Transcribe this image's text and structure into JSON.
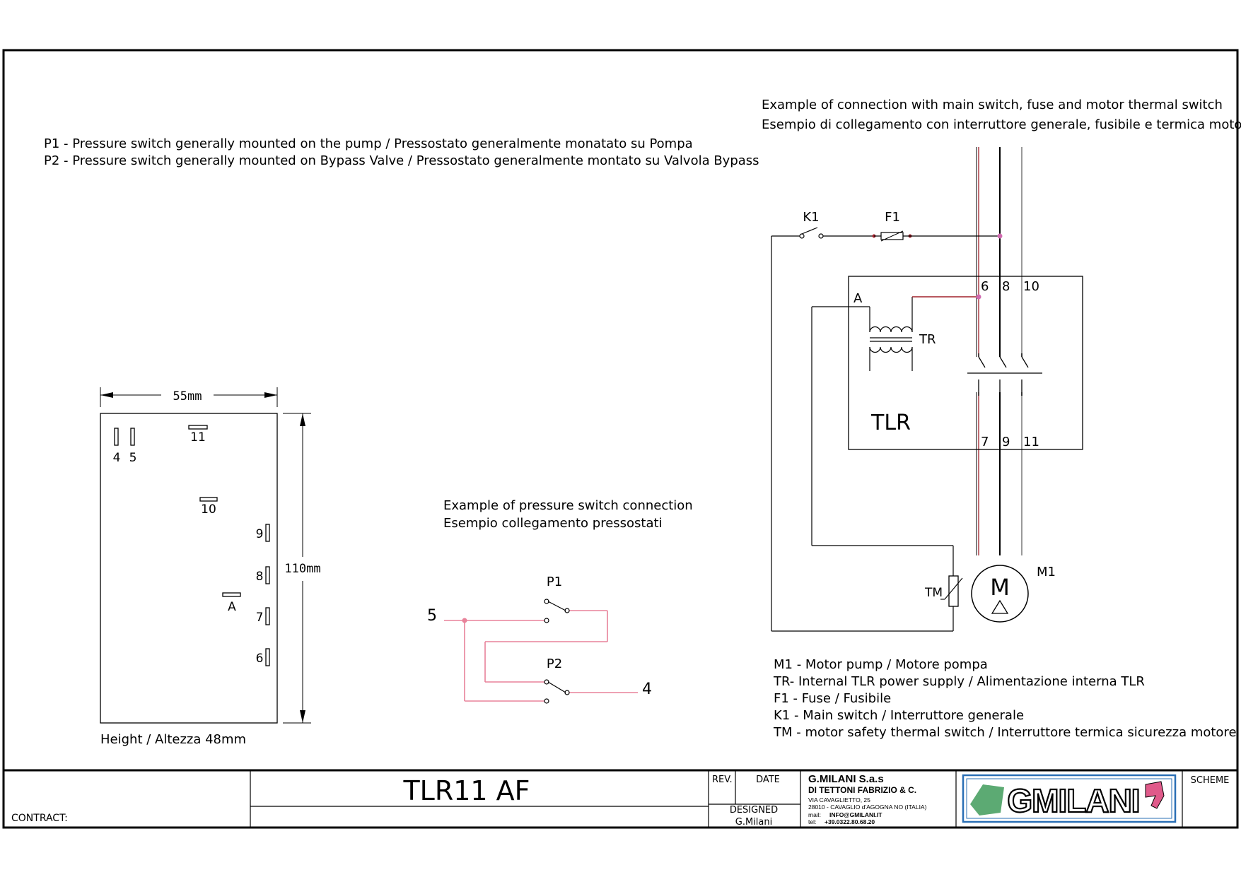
{
  "notes": {
    "p1": "P1 - Pressure switch generally mounted on the pump /  Pressostato generalmente monatato su Pompa",
    "p2": "P2 - Pressure switch generally mounted on Bypass Valve / Pressostato generalmente montato su Valvola Bypass"
  },
  "connection_example": {
    "line1": "Example of connection with main switch, fuse and motor thermal switch",
    "line2": "Esempio di collegamento con interruttore generale, fusibile e termica motore"
  },
  "pressure_example": {
    "line1": "Example of pressure switch connection",
    "line2": "Esempio collegamento pressostati"
  },
  "dimensions": {
    "width": "55mm",
    "height": "110mm",
    "depth": "Height / Altezza 48mm",
    "terminals": [
      "4",
      "5",
      "11",
      "10",
      "9",
      "8",
      "A",
      "7",
      "6"
    ]
  },
  "pressure_switches": {
    "p1": "P1",
    "p2": "P2",
    "in": "5",
    "out": "4"
  },
  "schematic": {
    "k1": "K1",
    "f1": "F1",
    "a": "A",
    "tr": "TR",
    "tlr": "TLR",
    "t6": "6",
    "t8": "8",
    "t10": "10",
    "t7": "7",
    "t9": "9",
    "t11": "11",
    "tm": "TM",
    "m": "M",
    "m1": "M1"
  },
  "legend": [
    "M1 - Motor pump / Motore pompa",
    "TR- Internal TLR power supply / Alimentazione interna TLR",
    "F1 - Fuse / Fusibile",
    "K1 - Main switch / Interruttore generale",
    "TM - motor safety thermal switch / Interruttore termica sicurezza motore"
  ],
  "title_block": {
    "contract": "CONTRACT:",
    "title": "TLR11 AF",
    "rev": "REV.",
    "date": "DATE",
    "designed": "DESIGNED",
    "designer": "G.Milani",
    "company": "G.MILANI S.a.s",
    "company2": "DI TETTONI FABRIZIO & C.",
    "addr1": "VIA CAVAGLIETTO, 25",
    "addr2": "28010 - CAVAGLIO d'AGOGNA NO (ITALIA)",
    "mail_label": "mail:",
    "mail": "INFO@GMILANI.IT",
    "tel_label": "tel:",
    "tel": "+39.0322.80.68.20",
    "logo": "GMILANI",
    "scheme": "SCHEME"
  },
  "colors": {
    "phase_red": "#a0202a",
    "phase_grey": "#9a9a9a",
    "pink": "#e8829a",
    "logo_blue": "#2a6fb5",
    "logo_green": "#3f9b5a"
  }
}
